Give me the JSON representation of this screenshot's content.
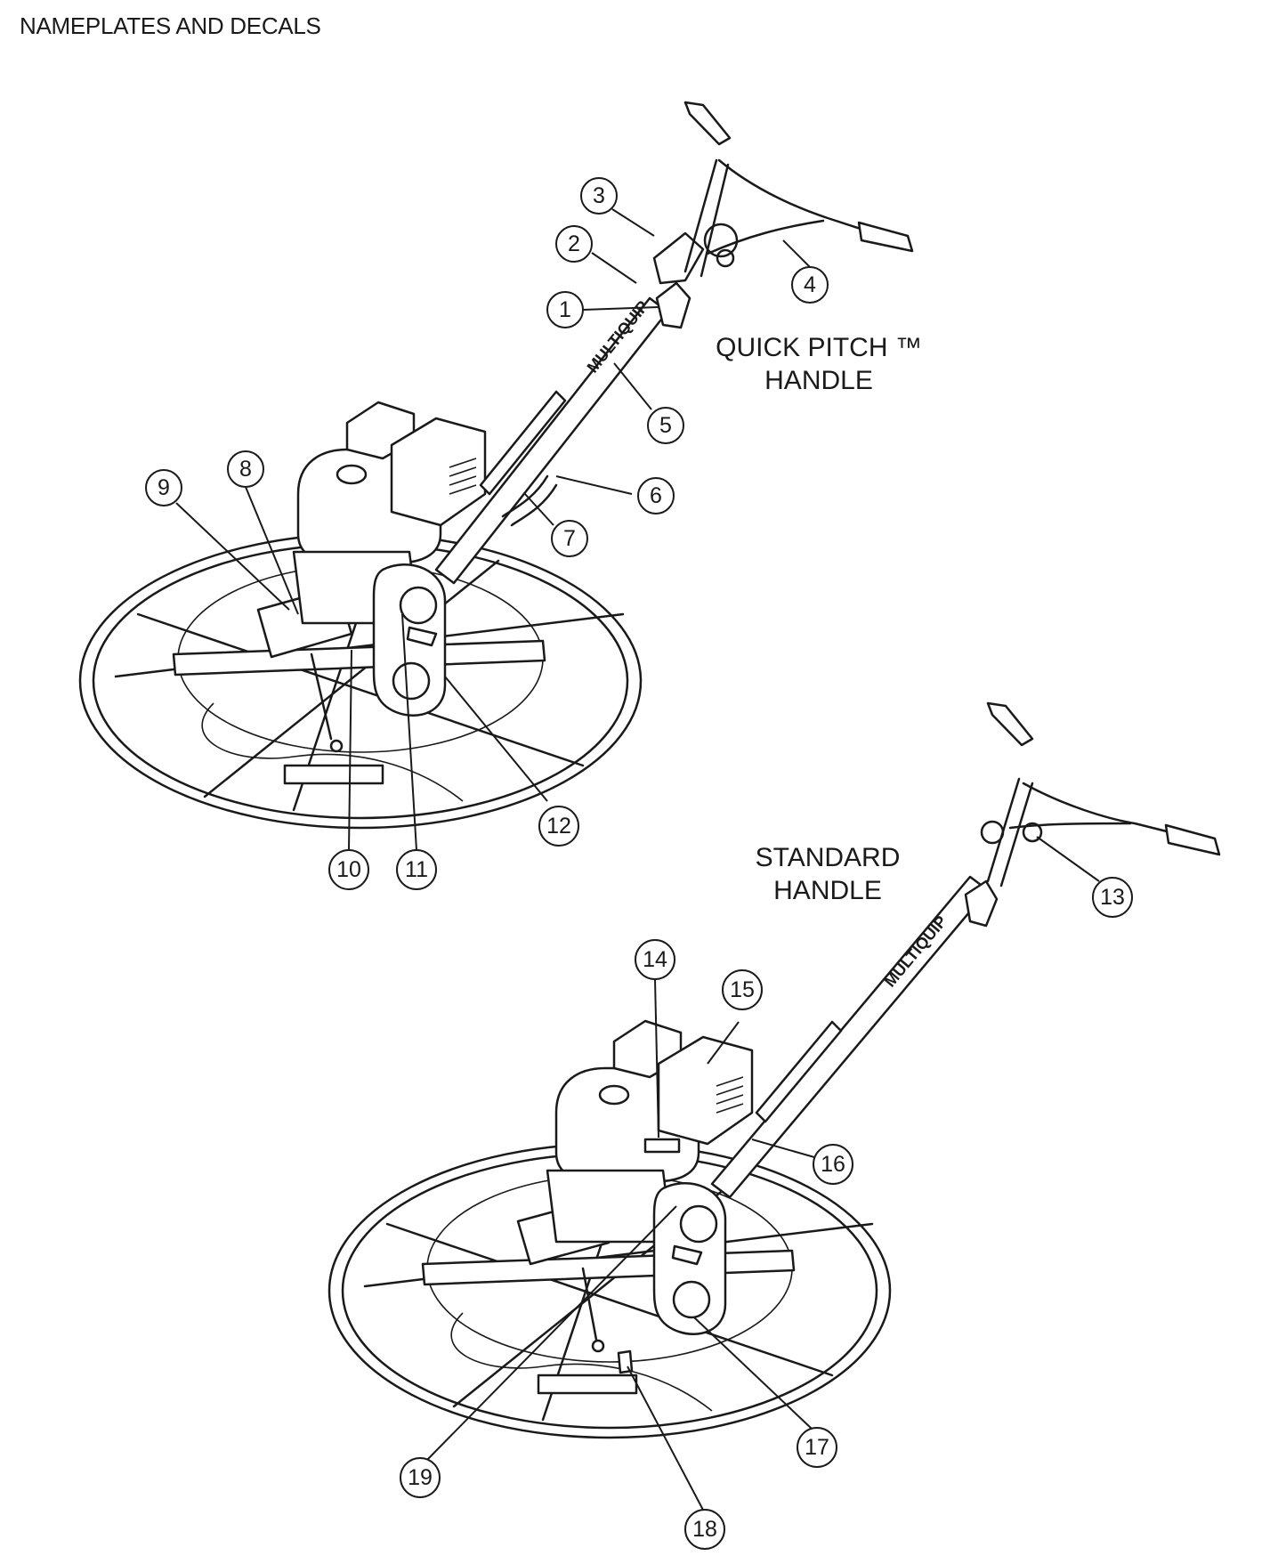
{
  "page": {
    "title": "NAMEPLATES AND DECALS"
  },
  "labels": {
    "quick_pitch_line1": "QUICK PITCH ™",
    "quick_pitch_line2": "HANDLE",
    "standard_line1": "STANDARD",
    "standard_line2": "HANDLE"
  },
  "logo": {
    "text": "MULTIQUIP"
  },
  "callouts": [
    "1",
    "2",
    "3",
    "4",
    "5",
    "6",
    "7",
    "8",
    "9",
    "10",
    "11",
    "12",
    "13",
    "14",
    "15",
    "16",
    "17",
    "18",
    "19"
  ]
}
